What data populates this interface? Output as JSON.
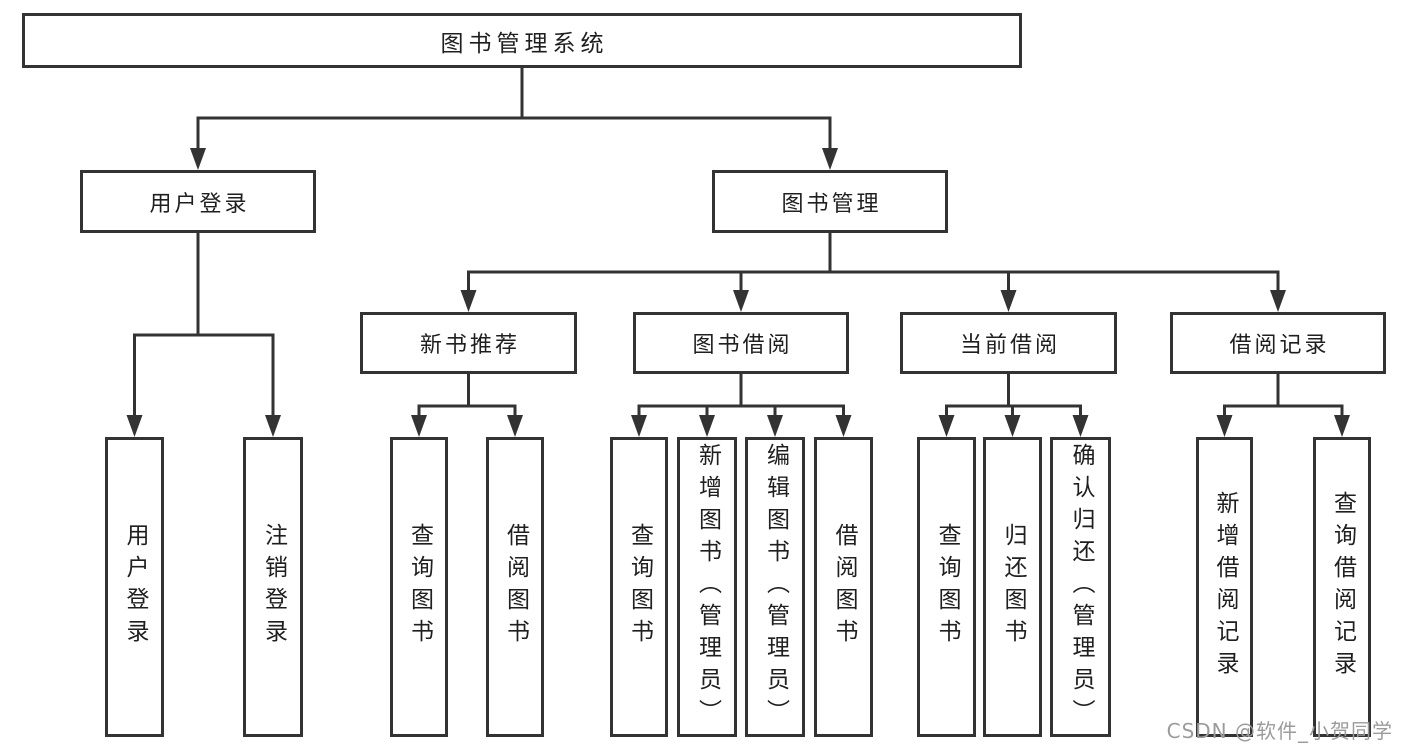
{
  "diagram": {
    "type": "hierarchy-tree",
    "title": "图书管理系统",
    "watermark": "CSDN @软件_小贺同学",
    "colors": {
      "line": "#333333",
      "text": "#1f1f1f",
      "box_background": "#ffffff",
      "page_background": "#ffffff",
      "watermark": "#9b9b9b"
    }
  },
  "nodes": {
    "root": "图书管理系统",
    "user_login": "用户登录",
    "book_management": "图书管理",
    "new_book_recommend": "新书推荐",
    "book_borrowing": "图书借阅",
    "current_borrowing": "当前借阅",
    "borrowing_records": "借阅记录",
    "user_login_leaf": "用户登录",
    "logout_leaf": "注销登录",
    "newbook_query_books": "查询图书",
    "newbook_borrow_books": "借阅图书",
    "borrow_query_books": "查询图书",
    "borrow_add_books_admin": "新增图书（管理员）",
    "borrow_edit_books_admin": "编辑图书（管理员）",
    "borrow_borrow_books": "借阅图书",
    "current_query_books": "查询图书",
    "current_return_books": "归还图书",
    "current_confirm_return_admin": "确认归还（管理员）",
    "records_add_record": "新增借阅记录",
    "records_query_record": "查询借阅记录"
  },
  "hierarchy": {
    "label": "图书管理系统",
    "children": [
      {
        "label": "用户登录",
        "children": [
          {
            "label": "用户登录"
          },
          {
            "label": "注销登录"
          }
        ]
      },
      {
        "label": "图书管理",
        "children": [
          {
            "label": "新书推荐",
            "children": [
              {
                "label": "查询图书"
              },
              {
                "label": "借阅图书"
              }
            ]
          },
          {
            "label": "图书借阅",
            "children": [
              {
                "label": "查询图书"
              },
              {
                "label": "新增图书（管理员）"
              },
              {
                "label": "编辑图书（管理员）"
              },
              {
                "label": "借阅图书"
              }
            ]
          },
          {
            "label": "当前借阅",
            "children": [
              {
                "label": "查询图书"
              },
              {
                "label": "归还图书"
              },
              {
                "label": "确认归还（管理员）"
              }
            ]
          },
          {
            "label": "借阅记录",
            "children": [
              {
                "label": "新增借阅记录"
              },
              {
                "label": "查询借阅记录"
              }
            ]
          }
        ]
      }
    ]
  }
}
